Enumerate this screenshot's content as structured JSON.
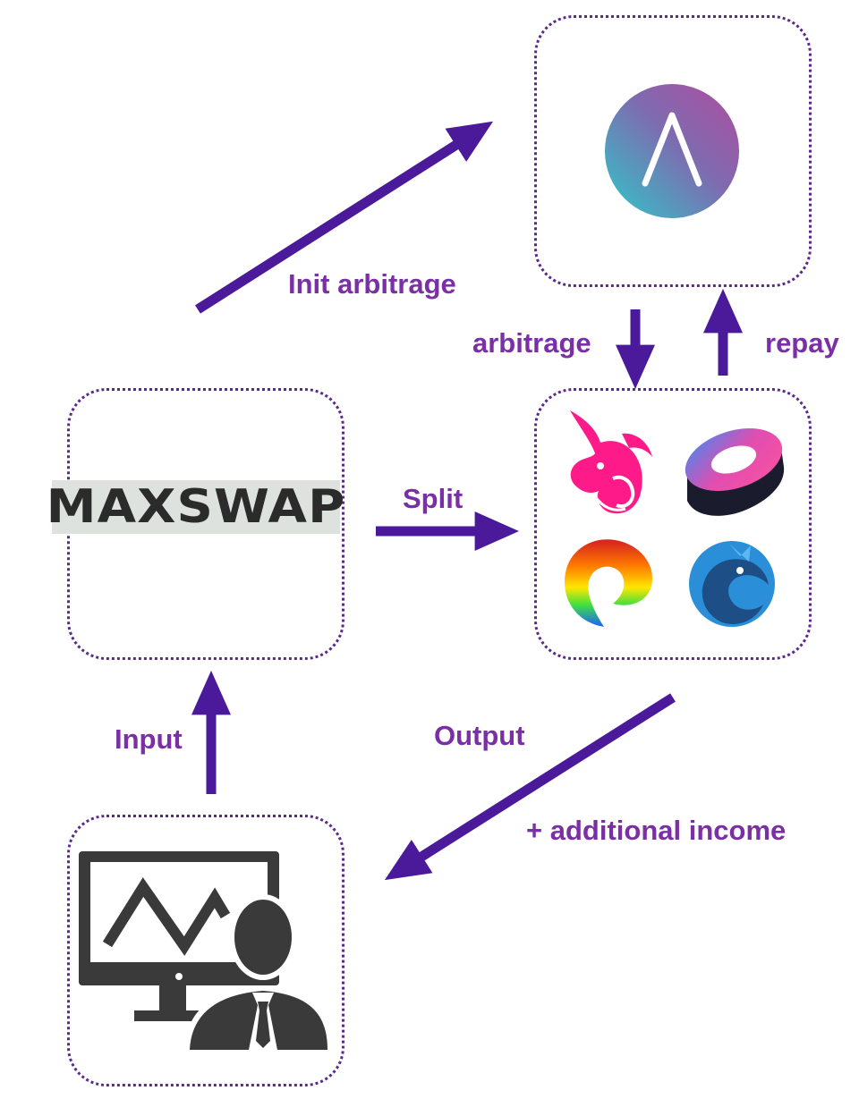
{
  "labels": {
    "init_arbitrage": "Init arbitrage",
    "arbitrage": "arbitrage",
    "repay": "repay",
    "split": "Split",
    "input": "Input",
    "output": "Output",
    "additional_income": "+ additional income"
  },
  "logos": {
    "maxswap": "MAXSWAP"
  },
  "icons": {
    "aave": "aave-logo-icon",
    "uniswap": "uniswap-unicorn-icon",
    "sushiswap": "sushiswap-icon",
    "curve": "curve-logo-icon",
    "kyber": "dragon-logo-icon",
    "user": "trader-at-monitor-icon"
  },
  "colors": {
    "arrow": "#4b1a9a",
    "label": "#7b2fa6",
    "border": "#5a2a8a"
  }
}
